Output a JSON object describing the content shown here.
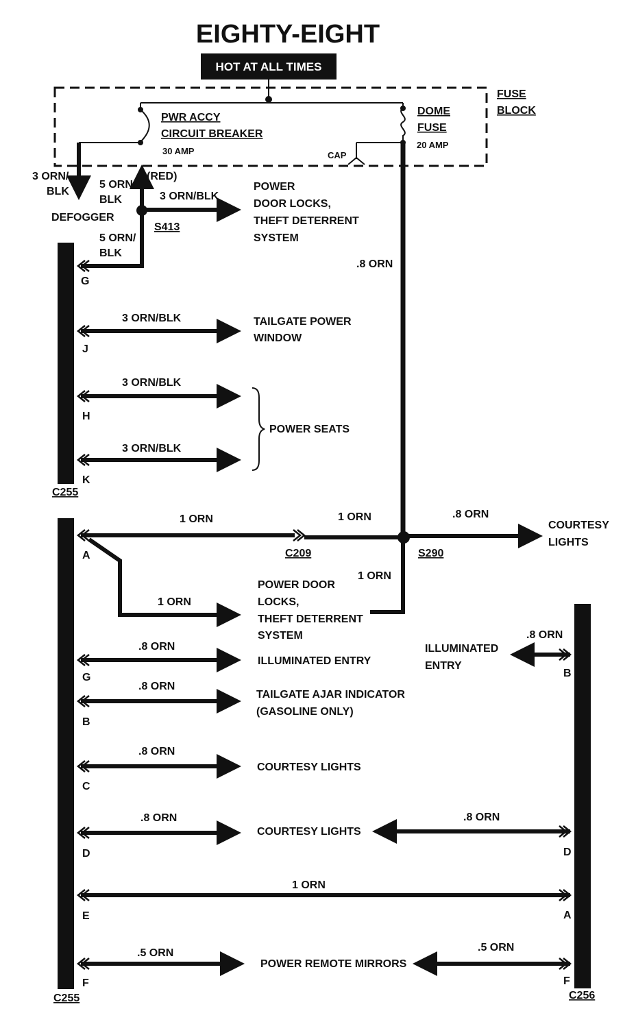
{
  "title": "EIGHTY-EIGHT",
  "hot_label": "HOT AT ALL TIMES",
  "fuse_block": {
    "line1": "FUSE",
    "line2": "BLOCK"
  },
  "breaker": {
    "line1": "PWR ACCY",
    "line2": "CIRCUIT BREAKER",
    "rating": "30 AMP"
  },
  "dome_fuse": {
    "line1": "DOME",
    "line2": "FUSE",
    "rating": "20 AMP"
  },
  "cap": "CAP",
  "red": "(RED)",
  "defogger": {
    "wire1": "3 ORN/",
    "wire2": "BLK",
    "label": "DEFOGGER"
  },
  "wire_5orn_blk_a": {
    "l1": "5 ORN/",
    "l2": "BLK"
  },
  "wire_5orn_blk_b": {
    "l1": "5 ORN/",
    "l2": "BLK"
  },
  "s413": "S413",
  "wire_3orn_blk": "3 ORN/BLK",
  "power_door_locks_top": {
    "l1": "POWER",
    "l2": "DOOR LOCKS,",
    "l3": "THEFT DETERRENT",
    "l4": "SYSTEM"
  },
  "wire_08orn": ".8 ORN",
  "c255_top": {
    "label": "C255",
    "pins": [
      {
        "pin": "G"
      },
      {
        "pin": "J",
        "wire": "3 ORN/BLK",
        "dest1": "TAILGATE POWER",
        "dest2": "WINDOW"
      },
      {
        "pin": "H",
        "wire": "3 ORN/BLK"
      },
      {
        "pin": "K",
        "wire": "3 ORN/BLK"
      }
    ],
    "power_seats": "POWER SEATS"
  },
  "c209": "C209",
  "s290": "S290",
  "row_a": {
    "pin": "A",
    "wire_left": "1 ORN",
    "wire_right": "1 ORN",
    "wire_courtesy": ".8 ORN",
    "courtesy1": "COURTESY",
    "courtesy2": "LIGHTS"
  },
  "branch": {
    "wire": "1 ORN",
    "wire_return": "1 ORN",
    "l1": "POWER DOOR",
    "l2": "LOCKS,",
    "l3": "THEFT DETERRENT",
    "l4": "SYSTEM"
  },
  "c255_bottom": {
    "label": "C255",
    "rows": [
      {
        "pin": "G",
        "wire": ".8 ORN",
        "dest": "ILLUMINATED ENTRY"
      },
      {
        "pin": "B",
        "wire": ".8 ORN",
        "dest": "TAILGATE AJAR INDICATOR",
        "dest2": "(GASOLINE ONLY)"
      },
      {
        "pin": "C",
        "wire": ".8 ORN",
        "dest": "COURTESY LIGHTS"
      },
      {
        "pin": "D",
        "wire": ".8 ORN",
        "dest": "COURTESY LIGHTS",
        "right_wire": ".8 ORN",
        "right_pin": "D"
      },
      {
        "pin": "E",
        "wire": "1 ORN",
        "right_pin": "A"
      },
      {
        "pin": "F",
        "wire": ".5 ORN",
        "dest": "POWER REMOTE MIRRORS",
        "right_wire": ".5 ORN",
        "right_pin": "F"
      }
    ]
  },
  "c256": {
    "label": "C256",
    "illum_wire": ".8 ORN",
    "illum1": "ILLUMINATED",
    "illum2": "ENTRY",
    "illum_pin": "B"
  },
  "colors": {
    "ink": "#111111",
    "paper": "#ffffff"
  }
}
